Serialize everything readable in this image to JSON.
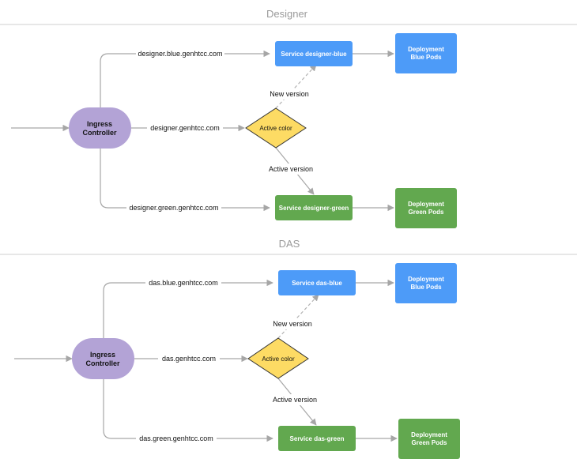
{
  "colors": {
    "blue": "#4d9bf8",
    "green": "#62a84f",
    "ingress": "#b3a3d6",
    "diamond": "#fddb64",
    "diamond_border": "#333333",
    "line": "#a6a6a6",
    "divider": "#cfcfcf",
    "title": "#9a9a9a"
  },
  "sections": [
    {
      "title": "Designer",
      "ingress": [
        "Ingress",
        "Controller"
      ],
      "blue_route": "designer.blue.genhtcc.com",
      "main_route": "designer.genhtcc.com",
      "green_route": "designer.green.genhtcc.com",
      "service_blue": "Service designer-blue",
      "service_green": "Service designer-green",
      "decision": "Active color",
      "new_version": "New version",
      "active_version": "Active version",
      "deploy_blue": [
        "Deployment",
        "Blue Pods"
      ],
      "deploy_green": [
        "Deployment",
        "Green Pods"
      ]
    },
    {
      "title": "DAS",
      "ingress": [
        "Ingress",
        "Controller"
      ],
      "blue_route": "das.blue.genhtcc.com",
      "main_route": "das.genhtcc.com",
      "green_route": "das.green.genhtcc.com",
      "service_blue": "Service das-blue",
      "service_green": "Service das-green",
      "decision": "Active color",
      "new_version": "New version",
      "active_version": "Active version",
      "deploy_blue": [
        "Deployment",
        "Blue Pods"
      ],
      "deploy_green": [
        "Deployment",
        "Green Pods"
      ]
    }
  ]
}
